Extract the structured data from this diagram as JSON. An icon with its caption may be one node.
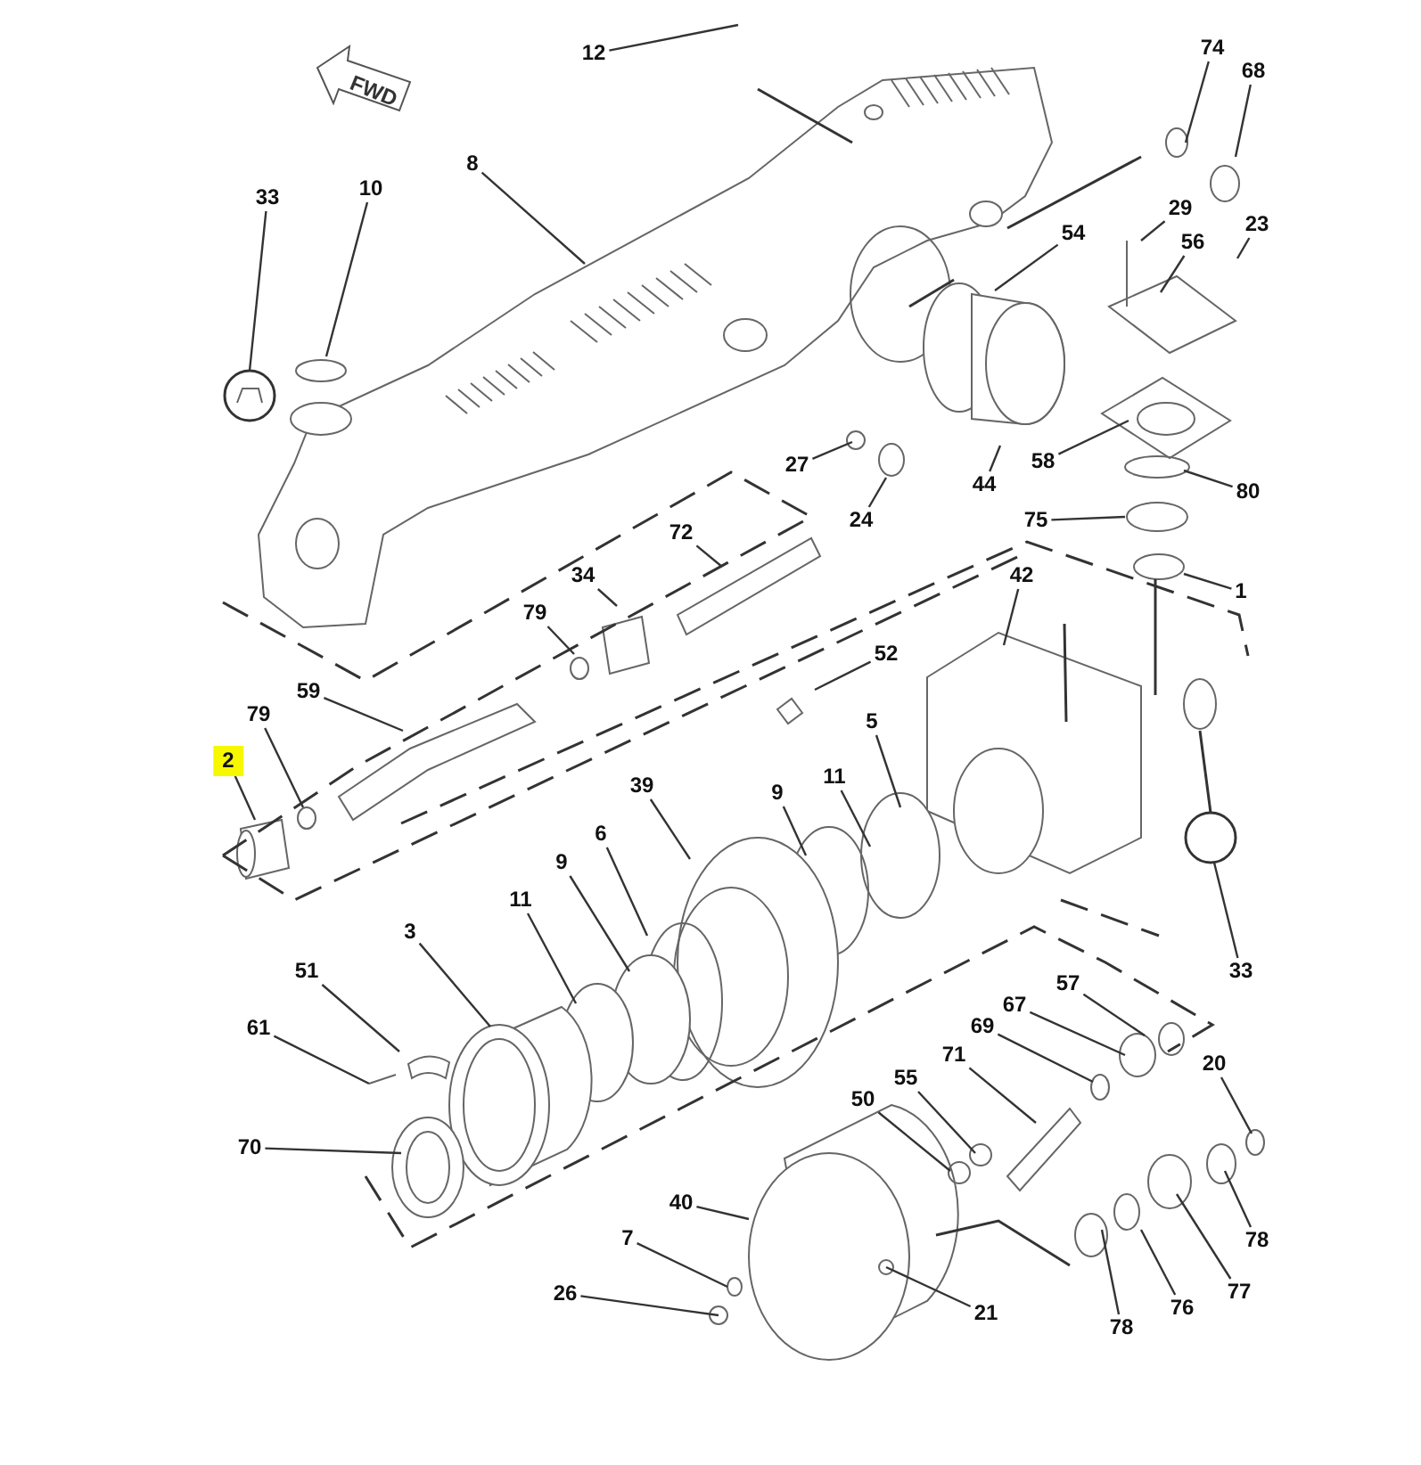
{
  "diagram": {
    "nodes": [
      {
        "text": [
          "12"
        ]
      },
      {
        "text": [
          "74"
        ]
      },
      {
        "text": [
          "68"
        ]
      },
      {
        "text": [
          "8"
        ]
      },
      {
        "text": [
          "33"
        ]
      },
      {
        "text": [
          "10"
        ]
      },
      {
        "text": [
          "29"
        ]
      },
      {
        "text": [
          "56"
        ]
      },
      {
        "text": [
          "23"
        ]
      },
      {
        "text": [
          "54"
        ]
      },
      {
        "text": [
          "27"
        ]
      },
      {
        "text": [
          "24"
        ]
      },
      {
        "text": [
          "44"
        ]
      },
      {
        "text": [
          "58"
        ]
      },
      {
        "text": [
          "80"
        ]
      },
      {
        "text": [
          "75"
        ]
      },
      {
        "text": [
          "1"
        ]
      },
      {
        "text": [
          "42"
        ]
      },
      {
        "text": [
          "72"
        ]
      },
      {
        "text": [
          "34"
        ]
      },
      {
        "text": [
          "79"
        ]
      },
      {
        "text": [
          "52"
        ]
      },
      {
        "text": [
          "59"
        ]
      },
      {
        "text": [
          "79"
        ]
      },
      {
        "text": [
          "2"
        ]
      },
      {
        "text": [
          "5"
        ]
      },
      {
        "text": [
          "11"
        ]
      },
      {
        "text": [
          "9"
        ]
      },
      {
        "text": [
          "39"
        ]
      },
      {
        "text": [
          "6"
        ]
      },
      {
        "text": [
          "9"
        ]
      },
      {
        "text": [
          "11"
        ]
      },
      {
        "text": [
          "3"
        ]
      },
      {
        "text": [
          "51"
        ]
      },
      {
        "text": [
          "61"
        ]
      },
      {
        "text": [
          "70"
        ]
      },
      {
        "text": [
          "50"
        ]
      },
      {
        "text": [
          "55"
        ]
      },
      {
        "text": [
          "71"
        ]
      },
      {
        "text": [
          "69"
        ]
      },
      {
        "text": [
          "67"
        ]
      },
      {
        "text": [
          "57"
        ]
      },
      {
        "text": [
          "20"
        ]
      },
      {
        "text": [
          "33"
        ]
      },
      {
        "text": [
          "78"
        ]
      },
      {
        "text": [
          "40"
        ]
      },
      {
        "text": [
          "7"
        ]
      },
      {
        "text": [
          "26"
        ]
      },
      {
        "text": [
          "21"
        ]
      },
      {
        "text": [
          "78"
        ]
      },
      {
        "text": [
          "76"
        ]
      },
      {
        "text": [
          "77"
        ]
      }
    ],
    "edges": [
      {
        "from": 0,
        "to": null,
        "arrow": "none"
      },
      {
        "from": 1,
        "to": null,
        "arrow": "none"
      },
      {
        "from": 2,
        "to": null,
        "arrow": "none"
      },
      {
        "from": 3,
        "to": null,
        "arrow": "none"
      },
      {
        "from": 4,
        "to": null,
        "arrow": "none"
      },
      {
        "from": 5,
        "to": null,
        "arrow": "none"
      },
      {
        "from": 6,
        "to": null,
        "arrow": "none"
      },
      {
        "from": 7,
        "to": null,
        "arrow": "none"
      },
      {
        "from": 8,
        "to": null,
        "arrow": "none"
      },
      {
        "from": 9,
        "to": null,
        "arrow": "none"
      },
      {
        "from": 10,
        "to": null,
        "arrow": "none"
      },
      {
        "from": 11,
        "to": null,
        "arrow": "none"
      },
      {
        "from": 12,
        "to": null,
        "arrow": "none"
      },
      {
        "from": 13,
        "to": null,
        "arrow": "none"
      },
      {
        "from": 14,
        "to": null,
        "arrow": "none"
      },
      {
        "from": 15,
        "to": null,
        "arrow": "none"
      },
      {
        "from": 16,
        "to": null,
        "arrow": "none"
      },
      {
        "from": 17,
        "to": null,
        "arrow": "none"
      },
      {
        "from": 18,
        "to": null,
        "arrow": "none"
      },
      {
        "from": 19,
        "to": null,
        "arrow": "none"
      },
      {
        "from": 20,
        "to": null,
        "arrow": "none"
      },
      {
        "from": 21,
        "to": null,
        "arrow": "none"
      },
      {
        "from": 22,
        "to": null,
        "arrow": "none"
      },
      {
        "from": 23,
        "to": null,
        "arrow": "none"
      },
      {
        "from": 24,
        "to": null,
        "arrow": "none"
      },
      {
        "from": 25,
        "to": null,
        "arrow": "none"
      },
      {
        "from": 26,
        "to": null,
        "arrow": "none"
      },
      {
        "from": 27,
        "to": null,
        "arrow": "none"
      },
      {
        "from": 28,
        "to": null,
        "arrow": "none"
      },
      {
        "from": 29,
        "to": null,
        "arrow": "none"
      },
      {
        "from": 30,
        "to": null,
        "arrow": "none"
      },
      {
        "from": 31,
        "to": null,
        "arrow": "none"
      },
      {
        "from": 32,
        "to": null,
        "arrow": "none"
      },
      {
        "from": 33,
        "to": null,
        "arrow": "none"
      },
      {
        "from": 34,
        "to": null,
        "arrow": "none"
      },
      {
        "from": 35,
        "to": null,
        "arrow": "none"
      },
      {
        "from": 36,
        "to": null,
        "arrow": "none"
      },
      {
        "from": 37,
        "to": null,
        "arrow": "none"
      },
      {
        "from": 38,
        "to": null,
        "arrow": "none"
      },
      {
        "from": 39,
        "to": null,
        "arrow": "none"
      },
      {
        "from": 40,
        "to": null,
        "arrow": "none"
      },
      {
        "from": 41,
        "to": null,
        "arrow": "none"
      },
      {
        "from": 42,
        "to": null,
        "arrow": "none"
      },
      {
        "from": 43,
        "to": null,
        "arrow": "none"
      },
      {
        "from": 44,
        "to": null,
        "arrow": "none"
      },
      {
        "from": 45,
        "to": null,
        "arrow": "none"
      },
      {
        "from": 46,
        "to": null,
        "arrow": "none"
      },
      {
        "from": 47,
        "to": null,
        "arrow": "none"
      },
      {
        "from": 48,
        "to": null,
        "arrow": "none"
      },
      {
        "from": 49,
        "to": null,
        "arrow": "none"
      },
      {
        "from": 50,
        "to": null,
        "arrow": "none"
      },
      {
        "from": 51,
        "to": null,
        "arrow": "none"
      }
    ],
    "labels": [
      "FWD"
    ]
  }
}
